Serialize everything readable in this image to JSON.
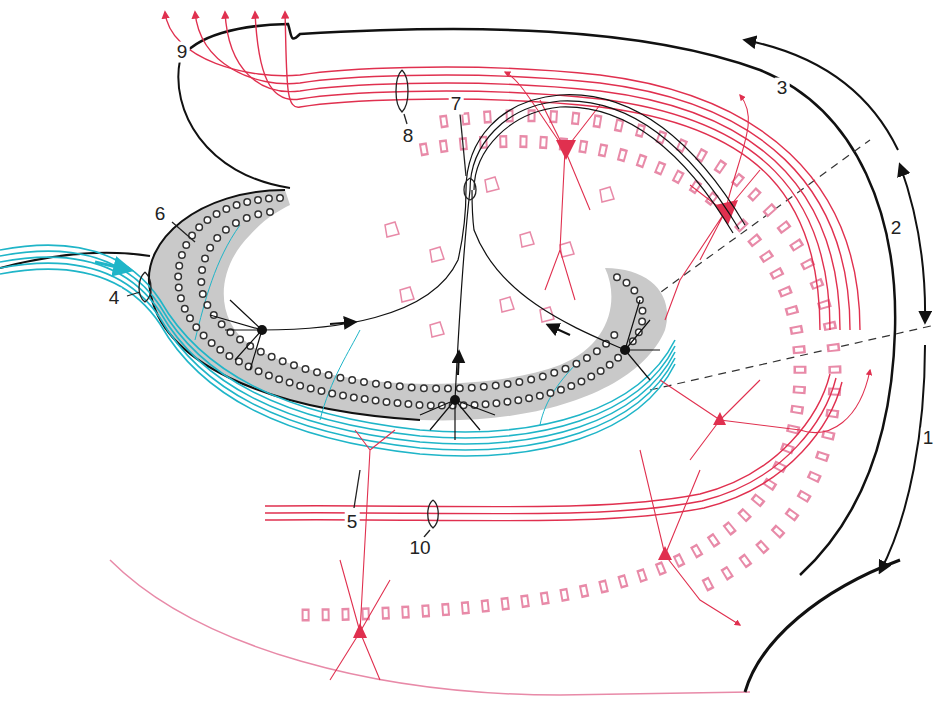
{
  "diagram": {
    "labels": [
      "9",
      "3",
      "7",
      "8",
      "6",
      "2",
      "4",
      "1",
      "5",
      "10"
    ]
  }
}
